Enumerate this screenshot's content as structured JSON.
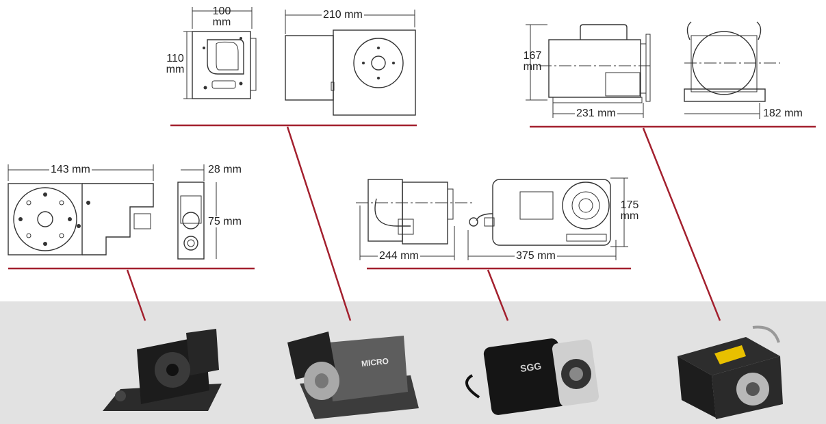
{
  "dimensions": {
    "unit_a": {
      "width_label": "143 mm",
      "depth_label": "28 mm",
      "height_label": "75 mm"
    },
    "unit_b": {
      "width_label": "100",
      "width_unit": "mm",
      "height_label": "110",
      "height_unit": "mm",
      "length_label": "210 mm"
    },
    "unit_c": {
      "length_label": "244 mm",
      "width_label": "375 mm",
      "height_label": "175",
      "height_unit": "mm"
    },
    "unit_d": {
      "height_label": "167",
      "height_unit": "mm",
      "length_label": "231 mm",
      "width_label": "182 mm"
    }
  },
  "product_photos": {
    "photo_b_brand": "MICRO",
    "photo_c_brand": "SGG"
  },
  "colors": {
    "leader_line": "#a3202e",
    "photo_band": "#e2e2e2",
    "drawing_ink": "#333333"
  }
}
